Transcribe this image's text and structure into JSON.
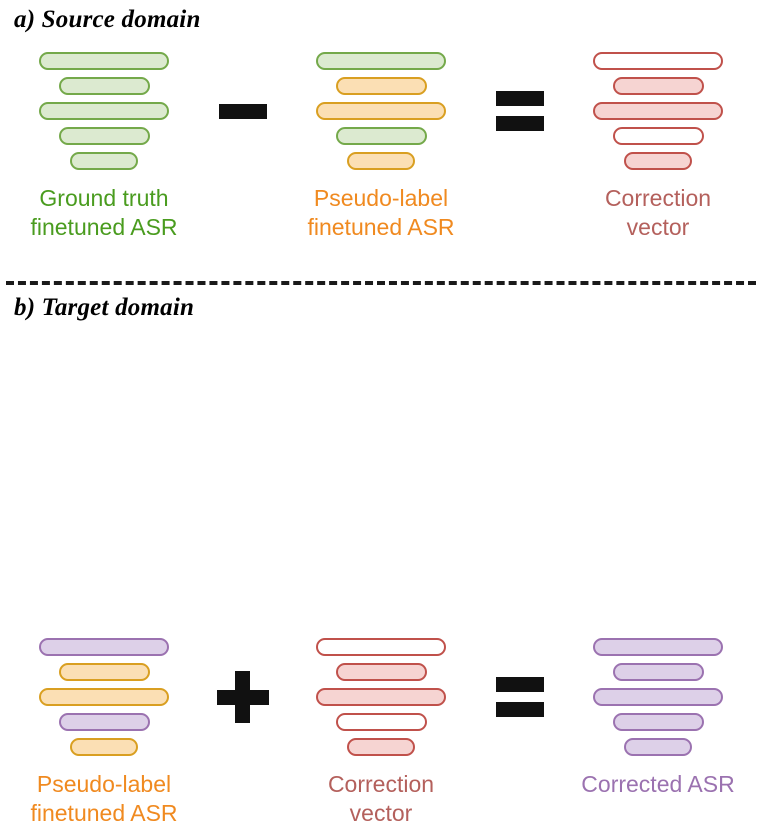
{
  "figure": {
    "background": "#ffffff",
    "divider_style": "dashed",
    "divider_color": "#1a1a1a"
  },
  "palette": {
    "green_fill": "#dcead0",
    "green_border": "#74a94a",
    "green_text": "#4a9c1f",
    "orange_fill": "#fbdfb4",
    "orange_border": "#d99f21",
    "orange_text": "#f08a20",
    "red_fill": "#f6d4d2",
    "red_border": "#c0514b",
    "red_text": "#b4605c",
    "purple_fill": "#ddd0e8",
    "purple_border": "#9b72b0",
    "purple_text": "#9b72b0",
    "hollow_fill": "#ffffff",
    "operator_color": "#111111"
  },
  "panels": [
    {
      "id": "source",
      "title": "a) Source domain",
      "terms": [
        {
          "id": "ground-truth-asr",
          "caption": "Ground truth\nfinetuned ASR",
          "caption_color": "#4a9c1f",
          "bars": [
            {
              "width": 100,
              "fill": "#dcead0",
              "border": "#74a94a"
            },
            {
              "width": 70,
              "fill": "#dcead0",
              "border": "#74a94a"
            },
            {
              "width": 100,
              "fill": "#dcead0",
              "border": "#74a94a"
            },
            {
              "width": 70,
              "fill": "#dcead0",
              "border": "#74a94a"
            },
            {
              "width": 53,
              "fill": "#dcead0",
              "border": "#74a94a"
            }
          ]
        },
        {
          "id": "pseudo-label-asr",
          "caption": "Pseudo-label\nfinetuned ASR",
          "caption_color": "#f08a20",
          "bars": [
            {
              "width": 100,
              "fill": "#dcead0",
              "border": "#74a94a"
            },
            {
              "width": 70,
              "fill": "#fbdfb4",
              "border": "#d99f21"
            },
            {
              "width": 100,
              "fill": "#fbdfb4",
              "border": "#d99f21"
            },
            {
              "width": 70,
              "fill": "#dcead0",
              "border": "#74a94a"
            },
            {
              "width": 53,
              "fill": "#fbdfb4",
              "border": "#d99f21"
            }
          ]
        },
        {
          "id": "correction-vector",
          "caption": "Correction\nvector",
          "caption_color": "#b4605c",
          "bars": [
            {
              "width": 100,
              "fill": "#ffffff",
              "border": "#c0514b"
            },
            {
              "width": 70,
              "fill": "#f6d4d2",
              "border": "#c0514b"
            },
            {
              "width": 100,
              "fill": "#f6d4d2",
              "border": "#c0514b"
            },
            {
              "width": 70,
              "fill": "#ffffff",
              "border": "#c0514b"
            },
            {
              "width": 53,
              "fill": "#f6d4d2",
              "border": "#c0514b"
            }
          ]
        }
      ],
      "operators": [
        {
          "id": "minus",
          "symbol": "minus-sign"
        },
        {
          "id": "equals",
          "symbol": "equals-sign"
        }
      ]
    },
    {
      "id": "target",
      "title": "b) Target domain",
      "terms": [
        {
          "id": "pseudo-label-asr",
          "caption": "Pseudo-label\nfinetuned ASR",
          "caption_color": "#f08a20",
          "bars": [
            {
              "width": 100,
              "fill": "#ddd0e8",
              "border": "#9b72b0"
            },
            {
              "width": 70,
              "fill": "#fbdfb4",
              "border": "#d99f21"
            },
            {
              "width": 100,
              "fill": "#fbdfb4",
              "border": "#d99f21"
            },
            {
              "width": 70,
              "fill": "#ddd0e8",
              "border": "#9b72b0"
            },
            {
              "width": 53,
              "fill": "#fbdfb4",
              "border": "#d99f21"
            }
          ]
        },
        {
          "id": "correction-vector",
          "caption": "Correction\nvector",
          "caption_color": "#b4605c",
          "bars": [
            {
              "width": 100,
              "fill": "#ffffff",
              "border": "#c0514b"
            },
            {
              "width": 70,
              "fill": "#f6d4d2",
              "border": "#c0514b"
            },
            {
              "width": 100,
              "fill": "#f6d4d2",
              "border": "#c0514b"
            },
            {
              "width": 70,
              "fill": "#ffffff",
              "border": "#c0514b"
            },
            {
              "width": 53,
              "fill": "#f6d4d2",
              "border": "#c0514b"
            }
          ]
        },
        {
          "id": "corrected-asr",
          "caption": "Corrected ASR",
          "caption_color": "#9b72b0",
          "bars": [
            {
              "width": 100,
              "fill": "#ddd0e8",
              "border": "#9b72b0"
            },
            {
              "width": 70,
              "fill": "#ddd0e8",
              "border": "#9b72b0"
            },
            {
              "width": 100,
              "fill": "#ddd0e8",
              "border": "#9b72b0"
            },
            {
              "width": 70,
              "fill": "#ddd0e8",
              "border": "#9b72b0"
            },
            {
              "width": 53,
              "fill": "#ddd0e8",
              "border": "#9b72b0"
            }
          ]
        }
      ],
      "operators": [
        {
          "id": "plus",
          "symbol": "plus-sign"
        },
        {
          "id": "equals",
          "symbol": "equals-sign"
        }
      ]
    }
  ]
}
